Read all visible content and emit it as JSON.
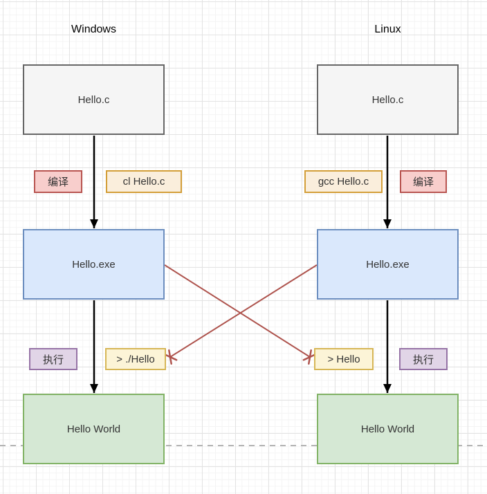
{
  "diagram_title": "Windows vs Linux C compile and run flow",
  "colors": {
    "node_gray_fill": "#F5F5F5",
    "node_gray_border": "#666666",
    "node_blue_fill": "#DAE8FC",
    "node_blue_border": "#6C8EBF",
    "node_green_fill": "#D5E8D4",
    "node_green_border": "#82B366",
    "label_red_fill": "#F8CECC",
    "label_red_border": "#B85450",
    "label_orange_fill": "#FAEEDC",
    "label_orange_border": "#D39E38",
    "label_yellow_fill": "#FCF4D7",
    "label_yellow_border": "#D6B656",
    "label_purple_fill": "#E1D5E7",
    "label_purple_border": "#9673A6",
    "arrow_color": "#000000",
    "connector_red": "#AE534D",
    "dashed_line_color": "#B3B3B3",
    "text_color": "#333333",
    "title_color": "#000000"
  },
  "windows": {
    "title": "Windows",
    "source_file": "Hello.c",
    "compile_label": "编译",
    "compile_command": "cl Hello.c",
    "executable": "Hello.exe",
    "run_label": "执行",
    "run_command": "> ./Hello",
    "output": "Hello World"
  },
  "linux": {
    "title": "Linux",
    "source_file": "Hello.c",
    "compile_label": "编译",
    "compile_command": "gcc Hello.c",
    "executable": "Hello.exe",
    "run_label": "执行",
    "run_command": "> Hello",
    "output": "Hello World"
  }
}
